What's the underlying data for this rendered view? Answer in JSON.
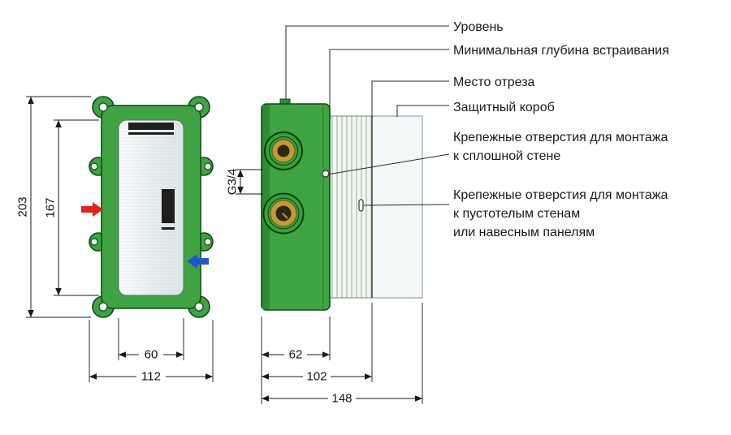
{
  "callouts": {
    "level": "Уровень",
    "min_depth": "Минимальная глубина встраивания",
    "cut_line": "Место отреза",
    "protective_box": "Защитный короб",
    "solid_wall": [
      "Крепежные отверстия для монтажа",
      "к сплошной стене"
    ],
    "hollow_wall": [
      "Крепежные отверстия для монтажа",
      "к пустотелым стенам",
      "или навесным панелям"
    ]
  },
  "dimensions": {
    "overall_height": "203",
    "panel_height": "167",
    "panel_width": "60",
    "overall_width": "112",
    "thread_size": "G3/4",
    "body_depth": "62",
    "cut_depth": "102",
    "overall_depth": "148"
  },
  "icons": {
    "hot_water_arrow": "right-arrow",
    "cold_water_arrow": "left-arrow"
  },
  "colors": {
    "hot_arrow": "#e3211a",
    "cold_arrow": "#1e55c8",
    "body_green": "#3fa344",
    "brass_ring": "#c59a33"
  }
}
